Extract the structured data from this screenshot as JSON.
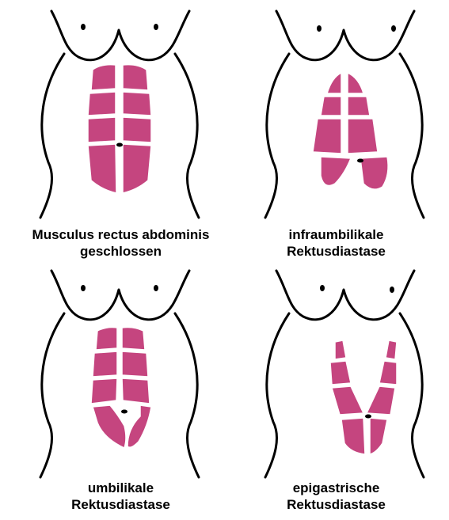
{
  "colors": {
    "muscle": "#c5457f",
    "outline": "#000000",
    "background": "#ffffff"
  },
  "panels": [
    {
      "variant": "closed",
      "caption": {
        "line1": "Musculus rectus abdominis",
        "line2": "geschlossen"
      }
    },
    {
      "variant": "infra",
      "caption": {
        "line1": "infraumbilikale",
        "line2": "Rektusdiastase"
      }
    },
    {
      "variant": "umbilical",
      "caption": {
        "line1": "umbilikale",
        "line2": "Rektusdiastase"
      }
    },
    {
      "variant": "epigastric",
      "caption": {
        "line1": "epigastrische",
        "line2": "Rektusdiastase"
      }
    }
  ]
}
